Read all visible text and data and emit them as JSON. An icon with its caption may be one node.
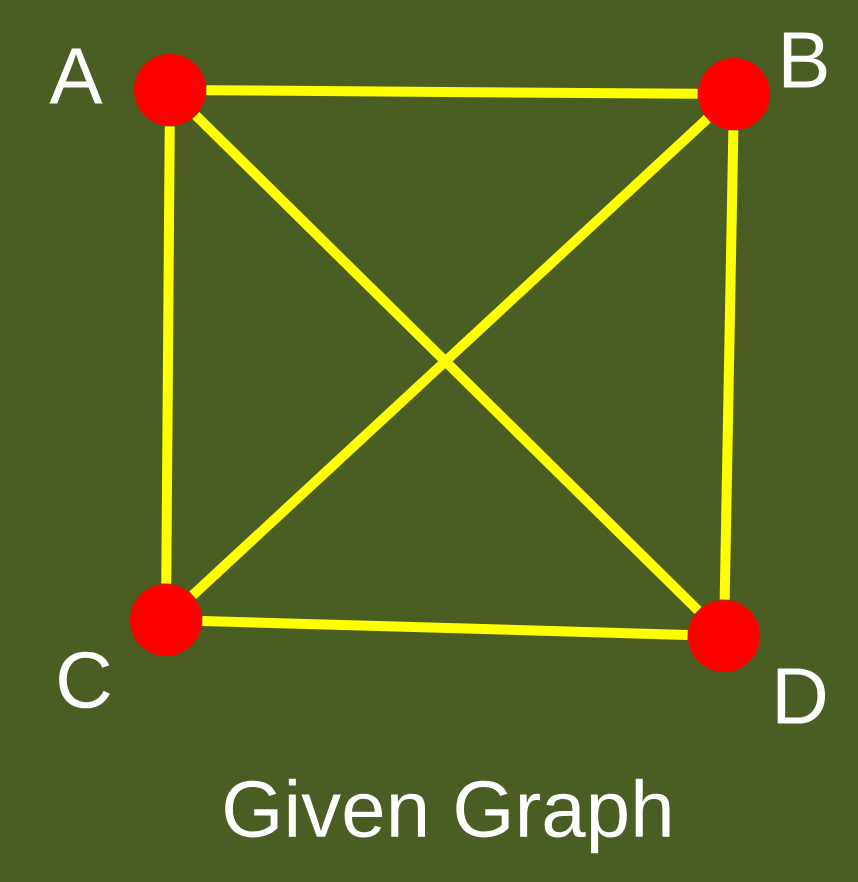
{
  "diagram": {
    "caption": "Given Graph",
    "nodes": [
      {
        "text": [],
        "shape": "circle",
        "beside": [
          "A"
        ]
      },
      {
        "text": [],
        "shape": "circle",
        "beside": [
          "B"
        ]
      },
      {
        "text": [],
        "shape": "circle",
        "beside": [
          "C"
        ]
      },
      {
        "text": [],
        "shape": "circle",
        "beside": [
          "D"
        ]
      }
    ],
    "edges": [
      {
        "from": 0,
        "to": 1,
        "arrow": "none"
      },
      {
        "from": 0,
        "to": 2,
        "arrow": "none"
      },
      {
        "from": 0,
        "to": 3,
        "arrow": "none"
      },
      {
        "from": 1,
        "to": 2,
        "arrow": "none"
      },
      {
        "from": 1,
        "to": 3,
        "arrow": "none"
      },
      {
        "from": 2,
        "to": 3,
        "arrow": "none"
      }
    ]
  }
}
